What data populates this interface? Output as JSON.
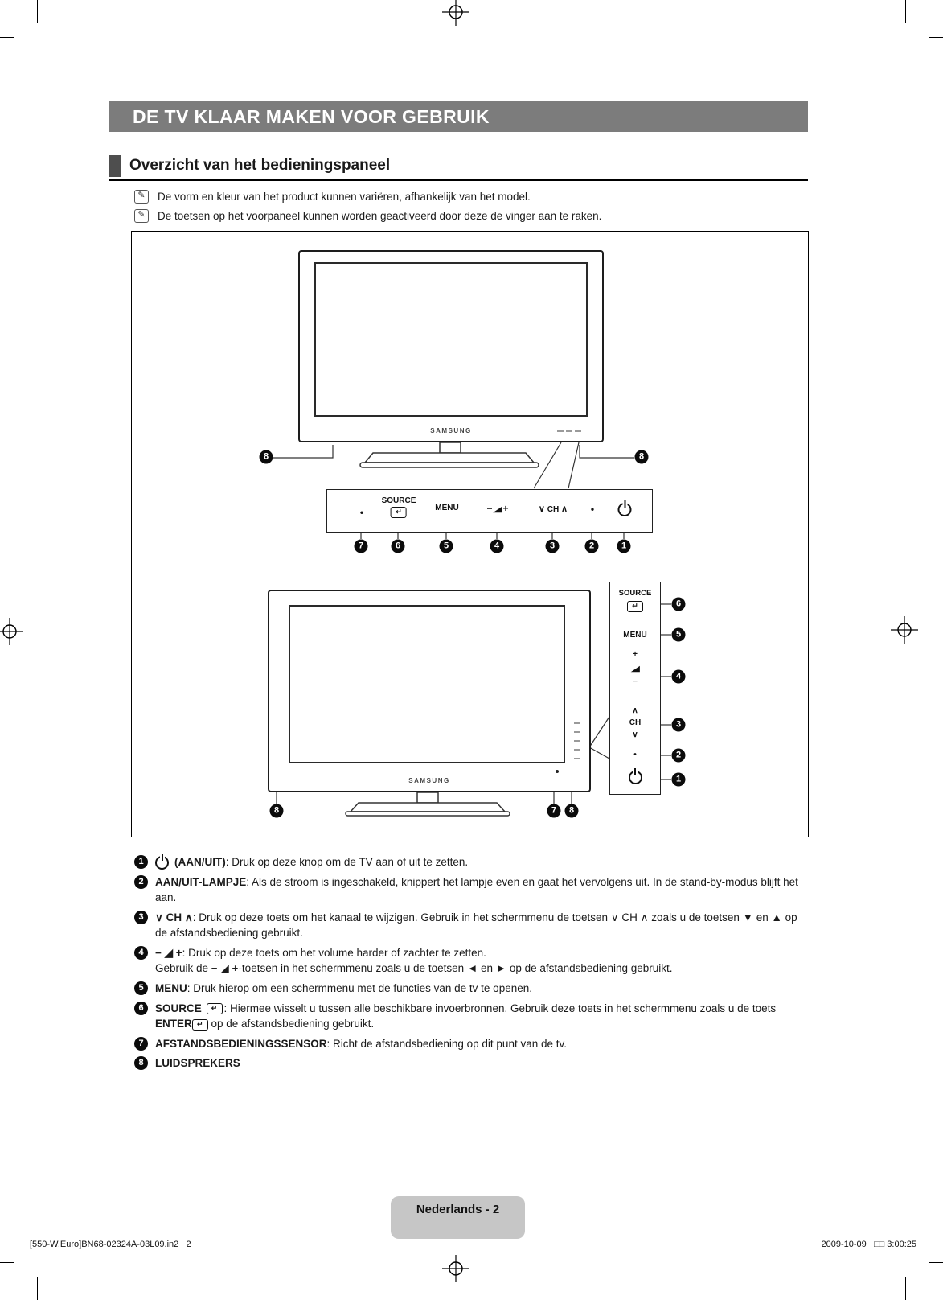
{
  "header": {
    "chapter": "DE TV KLAAR MAKEN VOOR GEBRUIK"
  },
  "section": {
    "title": "Overzicht van het bedieningspaneel"
  },
  "notes": [
    "De vorm en kleur van het product kunnen variëren, afhankelijk van het model.",
    "De toetsen op het voorpaneel kunnen worden geactiveerd door deze de vinger aan te raken."
  ],
  "icons": {
    "note": "✎",
    "enter": "↵",
    "wedge": "◢",
    "chevron_up": "∧",
    "chevron_down": "∨",
    "dot": "•",
    "tri_up": "▲",
    "tri_down": "▼",
    "tri_left": "◄",
    "tri_right": "►"
  },
  "figure": {
    "brand": "SAMSUNG",
    "strip": {
      "source": "SOURCE",
      "menu": "MENU",
      "minus": "−",
      "plus": "+",
      "ch": "CH"
    },
    "side": {
      "source": "SOURCE",
      "menu": "MENU",
      "minus": "−",
      "plus": "+",
      "ch": "CH"
    },
    "nums": {
      "n1": "1",
      "n2": "2",
      "n3": "3",
      "n4": "4",
      "n5": "5",
      "n6": "6",
      "n7": "7",
      "n8": "8"
    }
  },
  "list": {
    "i1": {
      "label": "(AAN/UIT)",
      "text": ": Druk op deze knop om de TV aan of uit te zetten."
    },
    "i2": {
      "label": "AAN/UIT-LAMPJE",
      "text": ": Als de stroom is ingeschakeld, knippert het lampje even en gaat het vervolgens uit. In de stand-by-modus blijft het aan."
    },
    "i3": {
      "label": "∨ CH ∧",
      "text": ": Druk op deze toets om het kanaal te wijzigen. Gebruik in het schermmenu de toetsen ∨ CH ∧ zoals u de toetsen ▼ en ▲ op de afstandsbediening gebruikt."
    },
    "i4": {
      "label": "− ◢ +",
      "text": ": Druk op deze toets om het volume harder of zachter te zetten.",
      "text2": "Gebruik de − ◢ +-toetsen in het schermmenu zoals u de toetsen ◄ en ► op de afstandsbediening gebruikt."
    },
    "i5": {
      "label": "MENU",
      "text": ": Druk hierop om een schermmenu met de functies van de tv te openen."
    },
    "i6": {
      "label": "SOURCE",
      "text_a": ": Hiermee wisselt u tussen alle beschikbare invoerbronnen. Gebruik deze toets in het schermmenu zoals u de toets ",
      "enter_label": "ENTER",
      "text_b": " op de afstandsbediening gebruikt."
    },
    "i7": {
      "label": "AFSTANDSBEDIENINGSSENSOR",
      "text": ": Richt de afstandsbediening op dit punt van de tv."
    },
    "i8": {
      "label": "LUIDSPREKERS"
    }
  },
  "footer": {
    "tab": "Nederlands - 2",
    "left": "[550-W.Euro]BN68-02324A-03L09.in2   2",
    "right": "2009-10-09   □□ 3:00:25"
  }
}
